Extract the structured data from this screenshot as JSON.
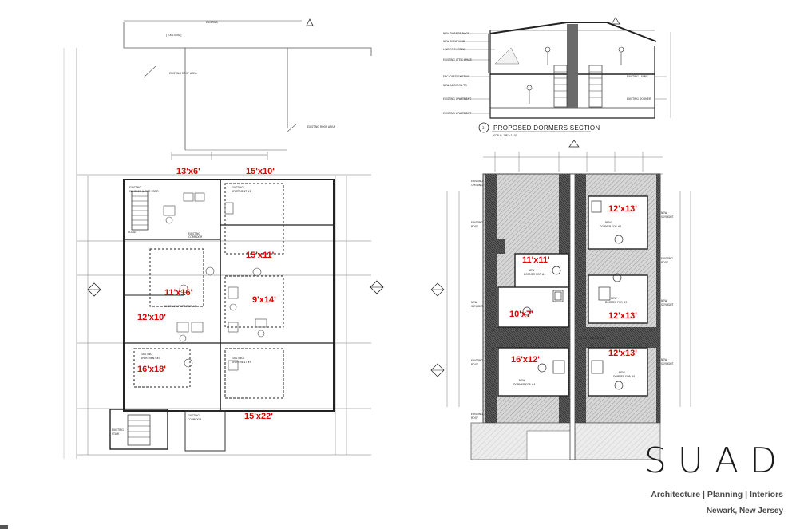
{
  "first_floor_plan": {
    "room_dims": [
      {
        "id": "r1",
        "label": "13'x6'"
      },
      {
        "id": "r2",
        "label": "15'x10'"
      },
      {
        "id": "r3",
        "label": "15'x11'"
      },
      {
        "id": "r4",
        "label": "11'x16'"
      },
      {
        "id": "r5",
        "label": "9'x14'"
      },
      {
        "id": "r6",
        "label": "12'x10'"
      },
      {
        "id": "r7",
        "label": "16'x18'"
      },
      {
        "id": "r8",
        "label": "15'x22'"
      }
    ]
  },
  "dormer_plan": {
    "room_dims": [
      {
        "id": "d1",
        "label": "12'x13'"
      },
      {
        "id": "d2",
        "label": "11'x11'"
      },
      {
        "id": "d3",
        "label": "10'x7'"
      },
      {
        "id": "d4",
        "label": "12'x13'"
      },
      {
        "id": "d5",
        "label": "16'x12'"
      },
      {
        "id": "d6",
        "label": "12'x13'"
      }
    ]
  },
  "section": {
    "number": "3",
    "title": "PROPOSED DORMERS SECTION"
  },
  "brand": {
    "name": "SUAD",
    "tagline": "Architecture | Planning | Interiors",
    "location": "Newark, New Jersey"
  }
}
